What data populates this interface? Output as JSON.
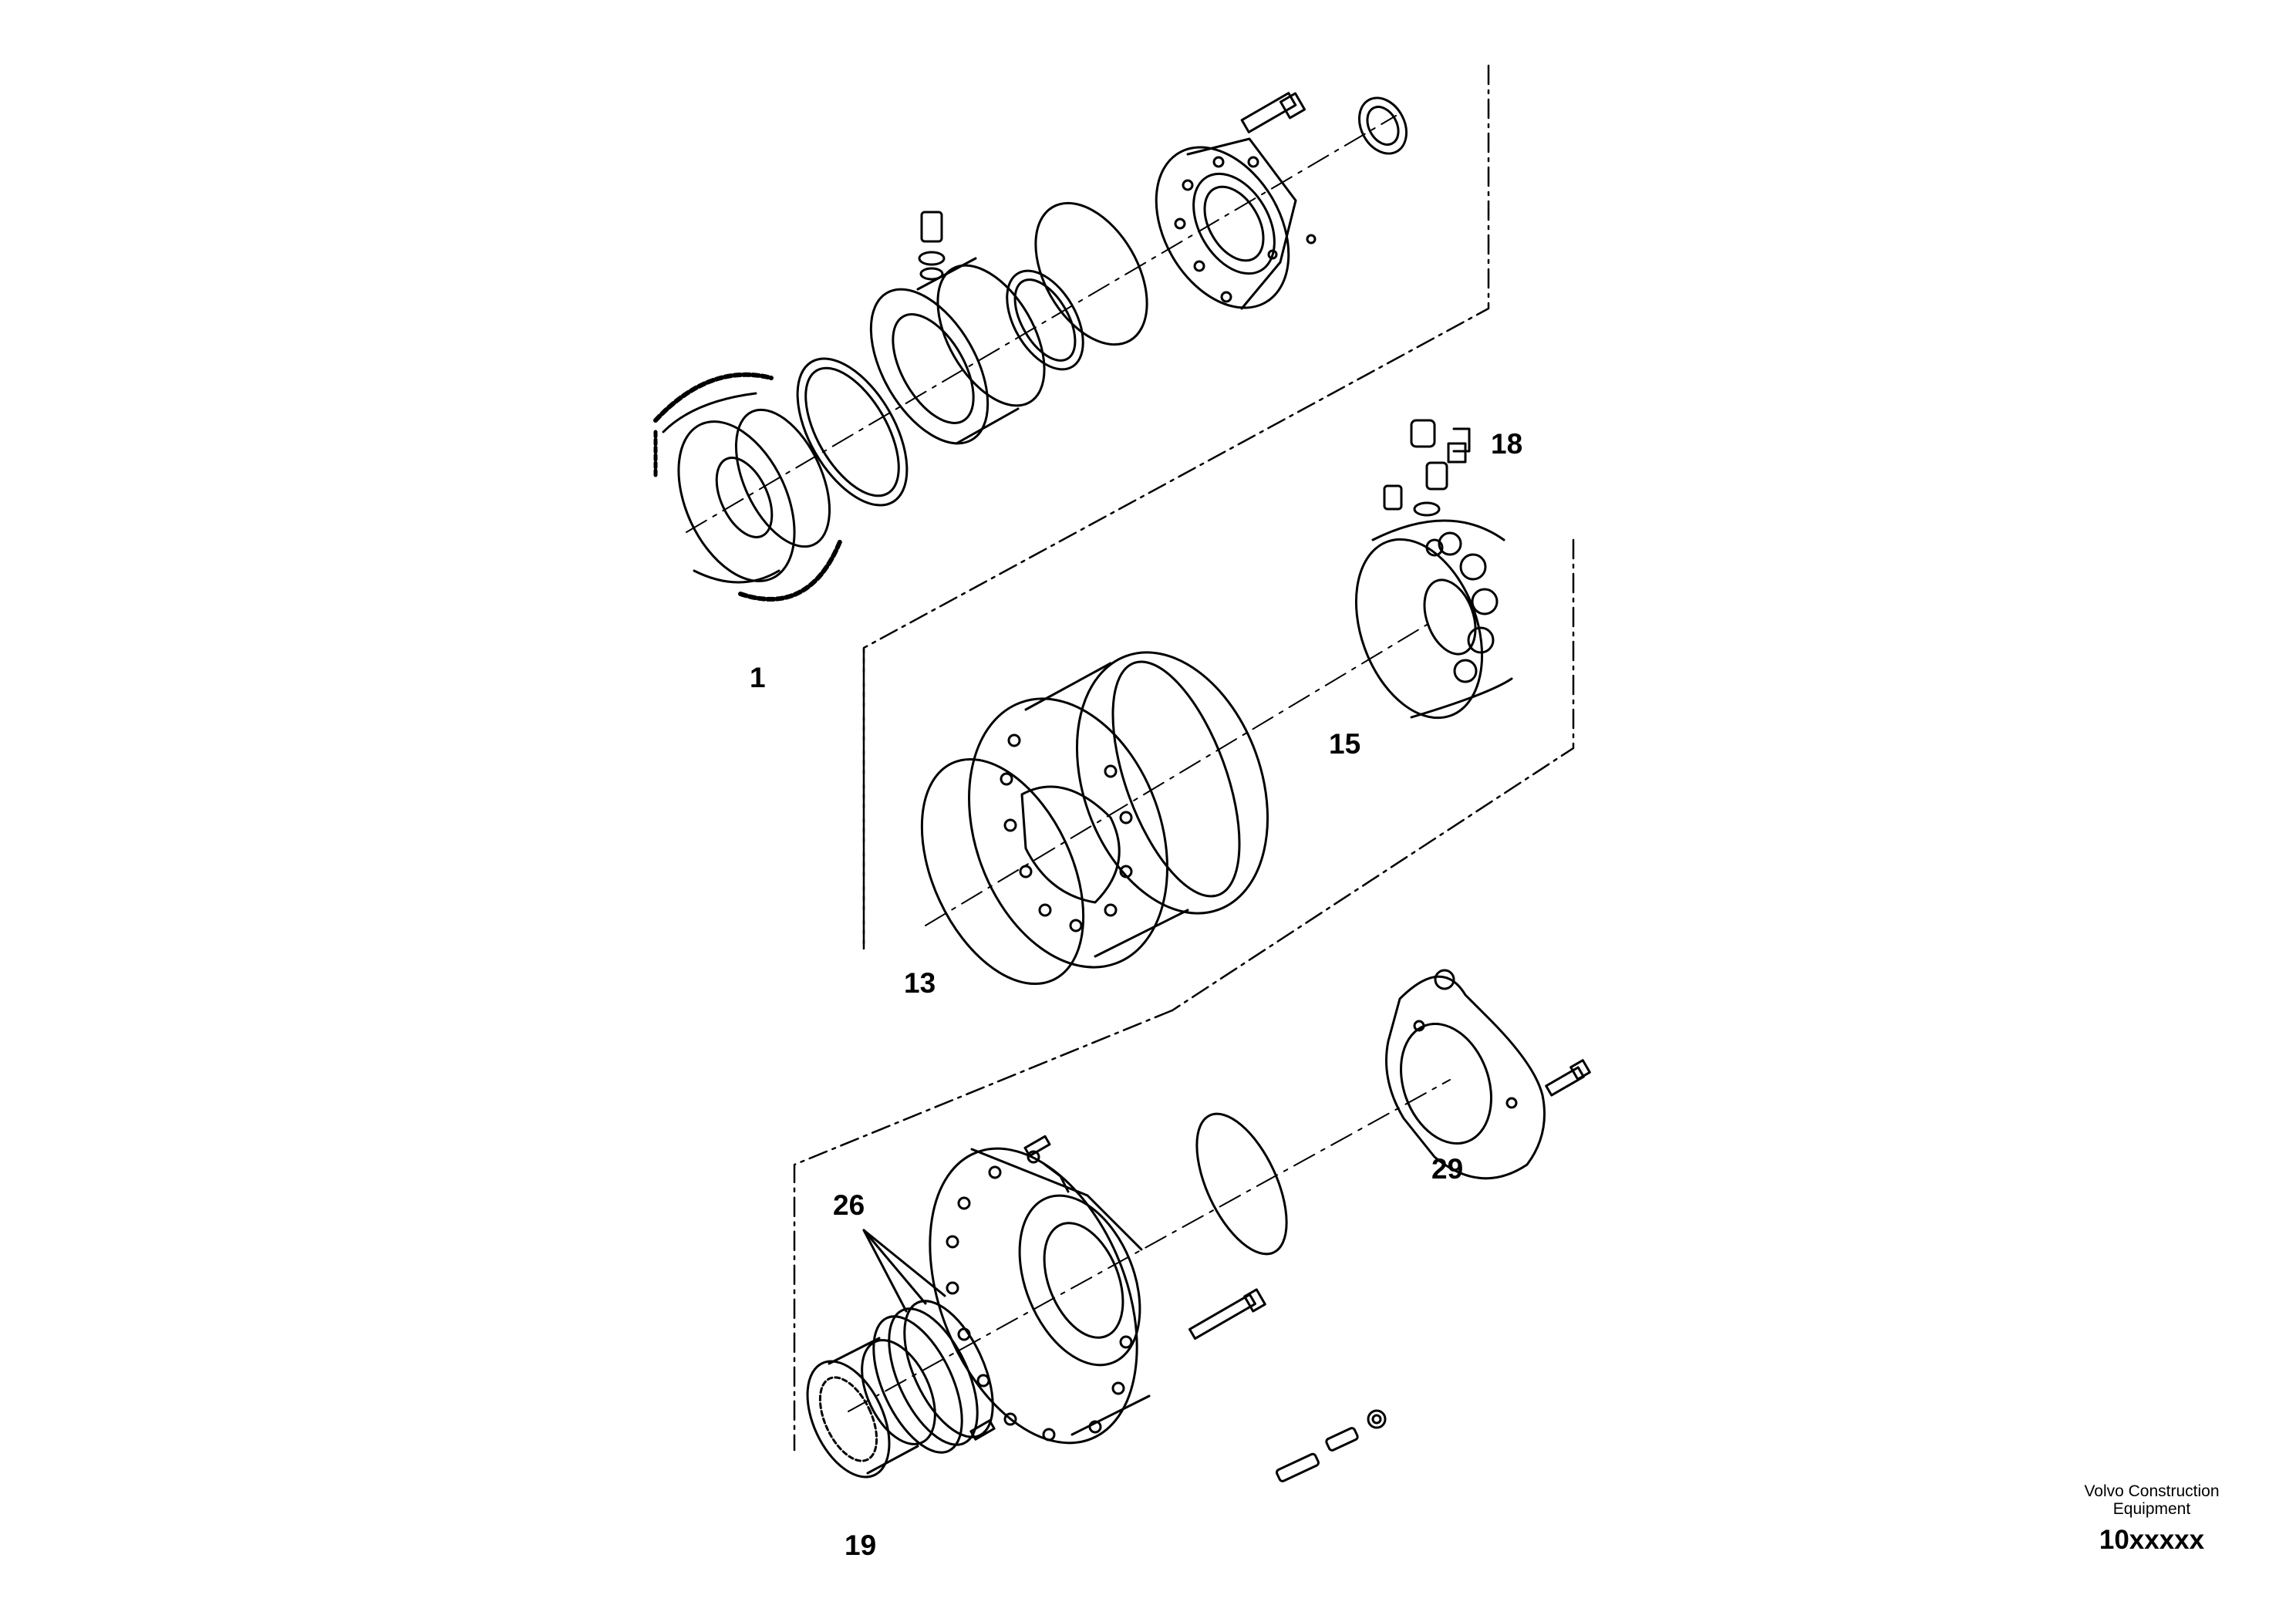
{
  "callouts": {
    "c1": "1",
    "c13": "13",
    "c15": "15",
    "c18": "18",
    "c19": "19",
    "c26": "26",
    "c29": "29"
  },
  "footer": {
    "company_line1": "Volvo Construction",
    "company_line2": "Equipment",
    "drawing_code": "10xxxxx"
  }
}
